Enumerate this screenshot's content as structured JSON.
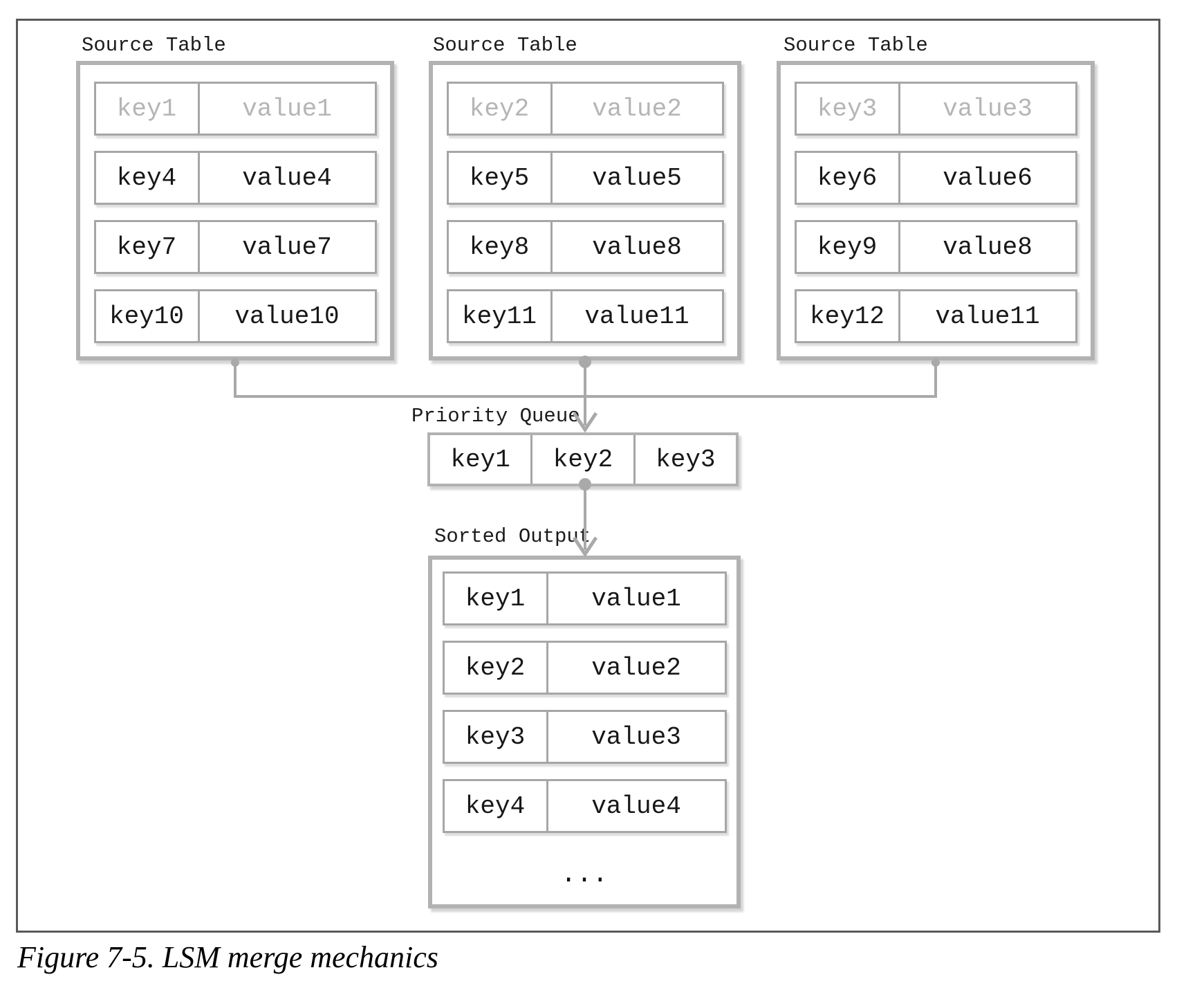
{
  "caption": "Figure 7-5. LSM merge mechanics",
  "tables": [
    {
      "label": "Source Table",
      "rows": [
        {
          "key": "key1",
          "value": "value1"
        },
        {
          "key": "key4",
          "value": "value4"
        },
        {
          "key": "key7",
          "value": "value7"
        },
        {
          "key": "key10",
          "value": "value10"
        }
      ]
    },
    {
      "label": "Source Table",
      "rows": [
        {
          "key": "key2",
          "value": "value2"
        },
        {
          "key": "key5",
          "value": "value5"
        },
        {
          "key": "key8",
          "value": "value8"
        },
        {
          "key": "key11",
          "value": "value11"
        }
      ]
    },
    {
      "label": "Source Table",
      "rows": [
        {
          "key": "key3",
          "value": "value3"
        },
        {
          "key": "key6",
          "value": "value6"
        },
        {
          "key": "key9",
          "value": "value8"
        },
        {
          "key": "key12",
          "value": "value11"
        }
      ]
    }
  ],
  "priority_queue": {
    "label": "Priority Queue",
    "cells": [
      "key1",
      "key2",
      "key3"
    ]
  },
  "sorted_output": {
    "label": "Sorted Output",
    "rows": [
      {
        "key": "key1",
        "value": "value1"
      },
      {
        "key": "key2",
        "value": "value2"
      },
      {
        "key": "key3",
        "value": "value3"
      },
      {
        "key": "key4",
        "value": "value4"
      }
    ],
    "ellipsis": "..."
  },
  "colors": {
    "frame": "#59595b",
    "box_border": "#b2b2b2",
    "row_border": "#a6a6a6",
    "connector": "#a9a9a9",
    "muted_text": "#b5b5b5",
    "ink": "#171717"
  }
}
